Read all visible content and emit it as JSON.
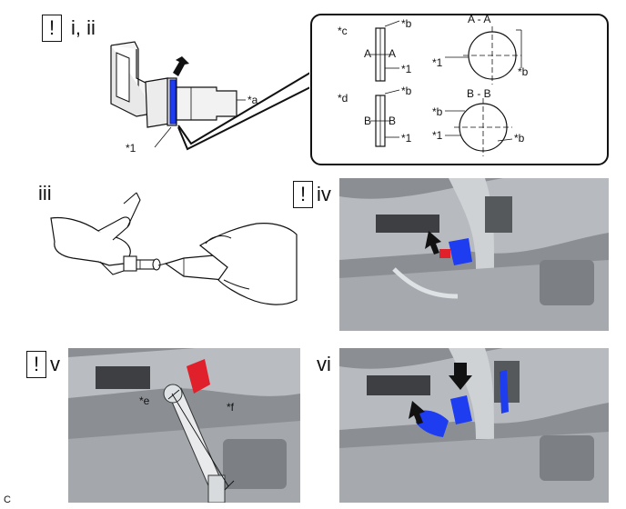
{
  "steps": {
    "s1": {
      "label": "i, ii"
    },
    "s3": {
      "label": "iii"
    },
    "s4": {
      "label": "iv"
    },
    "s5": {
      "label": "v"
    },
    "s6": {
      "label": "vi"
    }
  },
  "caution_mark": "!",
  "sensor_callouts": {
    "a": "*a",
    "one": "*1"
  },
  "detail": {
    "c": "*c",
    "d": "*d",
    "b1": "*b",
    "b2": "*b",
    "b3": "*b",
    "b4": "*b",
    "b5": "*b",
    "one1": "*1",
    "one2": "*1",
    "one3": "*1",
    "one4": "*1",
    "sectionA": "A - A",
    "sectionB": "B - B",
    "A": "A",
    "B": "B"
  },
  "wrench_callouts": {
    "e": "*e",
    "f": "*f"
  },
  "figure_code": "C",
  "colors": {
    "highlight_blue": "#1e3cf0",
    "highlight_red": "#e0202a",
    "engine_gray": "#9a9ea2",
    "line": "#111111"
  }
}
